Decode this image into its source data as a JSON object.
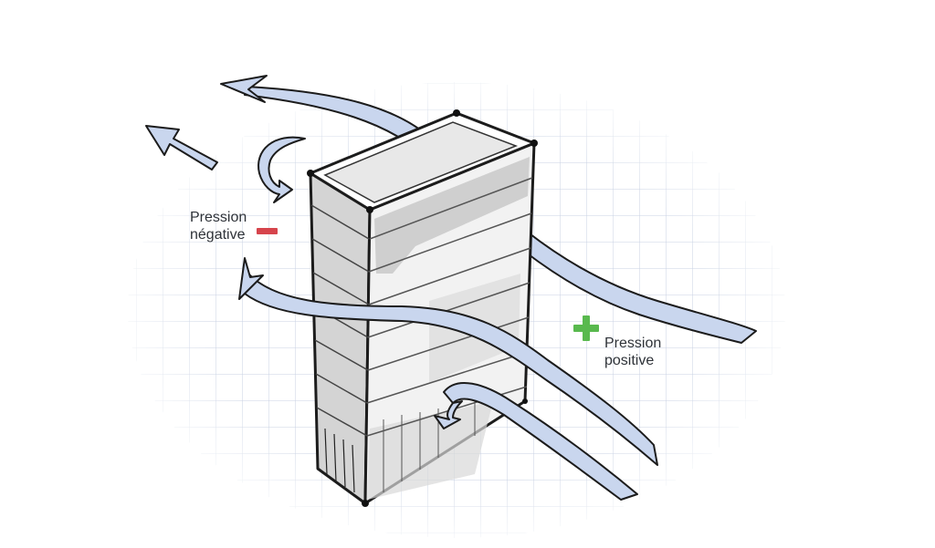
{
  "labels": {
    "negative": {
      "line1": "Pression",
      "line2": "négative",
      "sign_color": "#d6444c"
    },
    "positive": {
      "line1": "Pression",
      "line2": "positive",
      "sign_color": "#59b94e"
    }
  },
  "colors": {
    "grid": "#c9d2e3",
    "ink": "#1c1c1c",
    "arrow_fill": "#c9d6ee",
    "building_shade": "#d4d4d4"
  },
  "icons": [
    "wind-arrow",
    "building-sketch",
    "minus-sign",
    "plus-sign"
  ]
}
